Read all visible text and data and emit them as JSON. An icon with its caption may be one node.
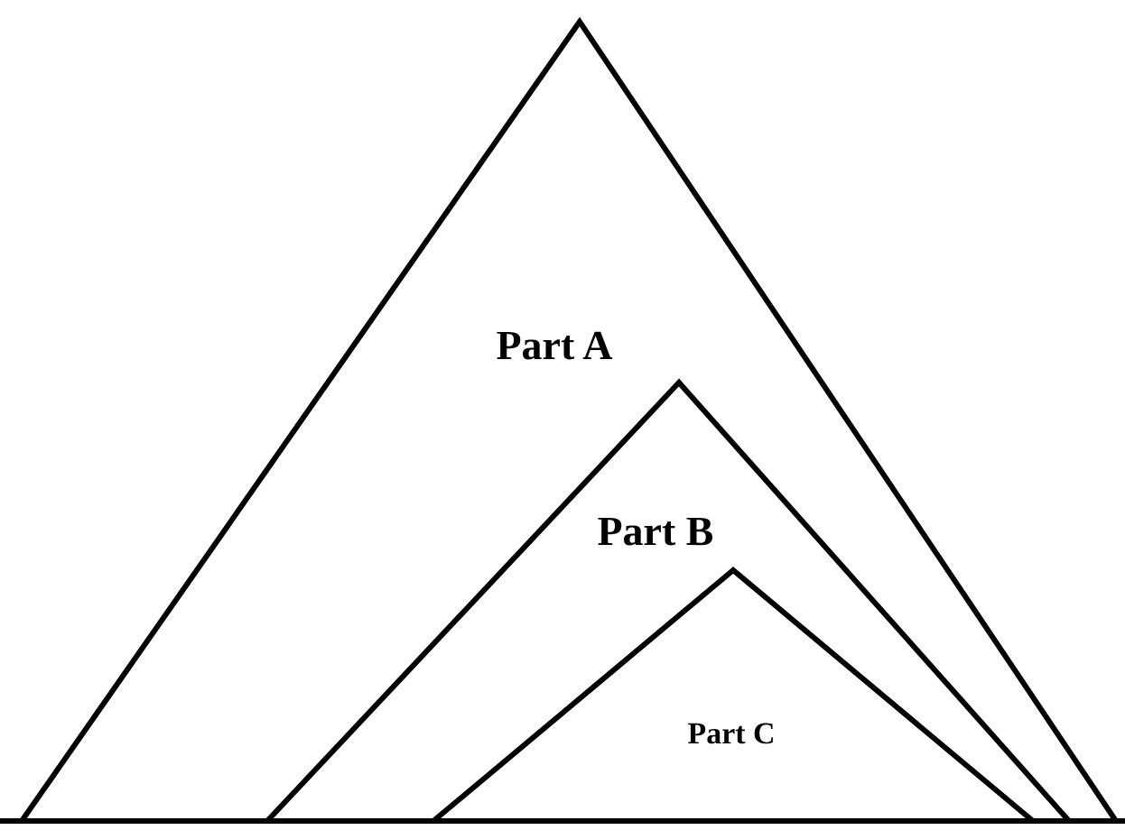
{
  "diagram": {
    "nodes": [
      {
        "text": [
          "Part A"
        ]
      },
      {
        "text": [
          "Part B"
        ],
        "in": 0
      },
      {
        "text": [
          "Part C"
        ],
        "in": 1
      }
    ]
  }
}
